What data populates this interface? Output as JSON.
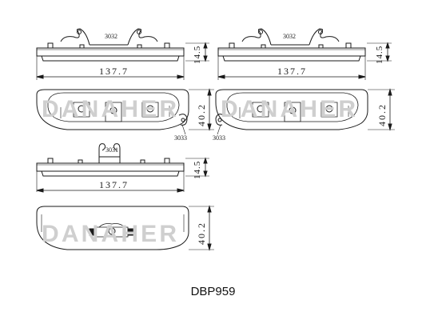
{
  "labels": {
    "spring_top_left": "3032",
    "spring_top_right": "3032",
    "spring_bottom": "3031",
    "clip_left": "3033",
    "clip_right": "3033"
  },
  "dimensions": {
    "width_top_left": "137.7",
    "width_top_right": "137.7",
    "width_bottom": "137.7",
    "thickness_top_left": "14.5",
    "thickness_top_right": "14.5",
    "thickness_bottom": "14.5",
    "height_mid_left": "40.2",
    "height_mid_right": "40.2",
    "height_bottom": "40.2"
  },
  "watermark": {
    "left": "DANAHER",
    "right": "DANAHER",
    "bottom": "DANAHER"
  },
  "part_number": "DBP959",
  "colors": {
    "line": "#1a1a1a",
    "watermark": "#cfcfcf"
  }
}
